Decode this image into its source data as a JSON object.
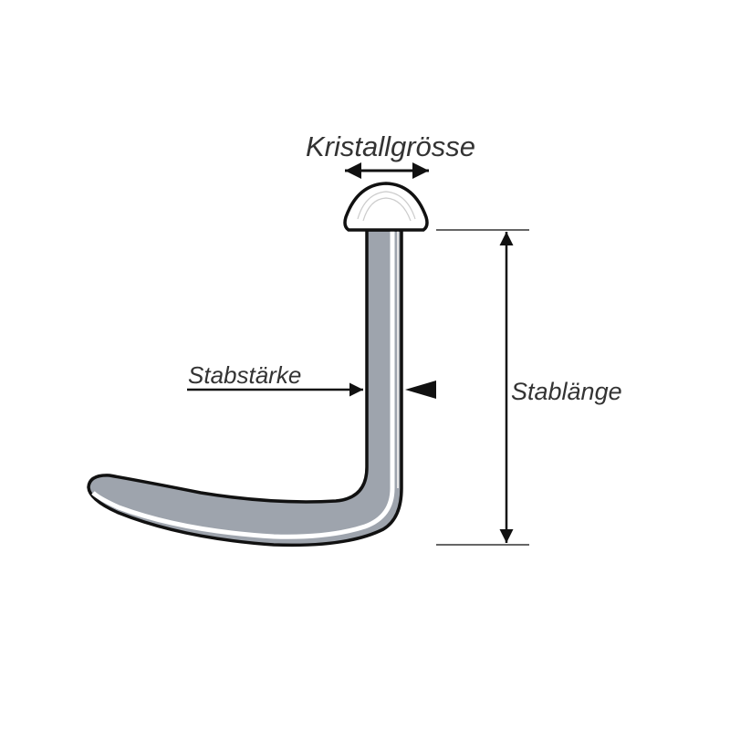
{
  "labels": {
    "crystal_size": "Kristallgrösse",
    "bar_thickness": "Stabstärke",
    "bar_length": "Stablänge"
  },
  "colors": {
    "metal": "#9ea4ad",
    "head": "#ffffff",
    "outline": "#111111",
    "text": "#333333"
  }
}
